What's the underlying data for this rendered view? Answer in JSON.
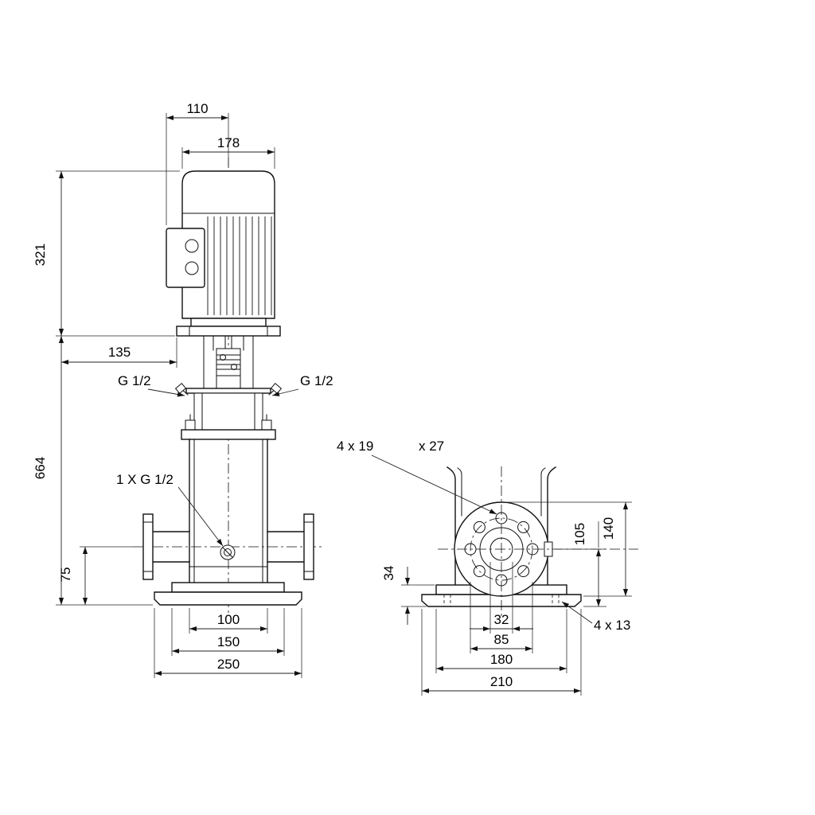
{
  "front": {
    "dim_motor_face_width": "110",
    "dim_motor_width": "178",
    "dim_motor_height": "321",
    "dim_stool_offset": "135",
    "dim_pump_height": "664",
    "dim_port_height": "75",
    "dim_chamber_width": "100",
    "dim_base_inner_width": "150",
    "dim_base_width": "250",
    "plug_left": "G 1/2",
    "plug_right": "G 1/2",
    "drain_plug": "1 X G 1/2"
  },
  "side": {
    "flange_holes": "4 x 19",
    "flange_holes_cb": "x 27",
    "dim_base_height": "34",
    "dim_center_height": "105",
    "dim_flange_od": "140",
    "dim_port_bore": "32",
    "dim_bolt_circle": "85",
    "dim_base_hole_span": "180",
    "dim_base_length": "210",
    "base_holes": "4 x 13"
  }
}
